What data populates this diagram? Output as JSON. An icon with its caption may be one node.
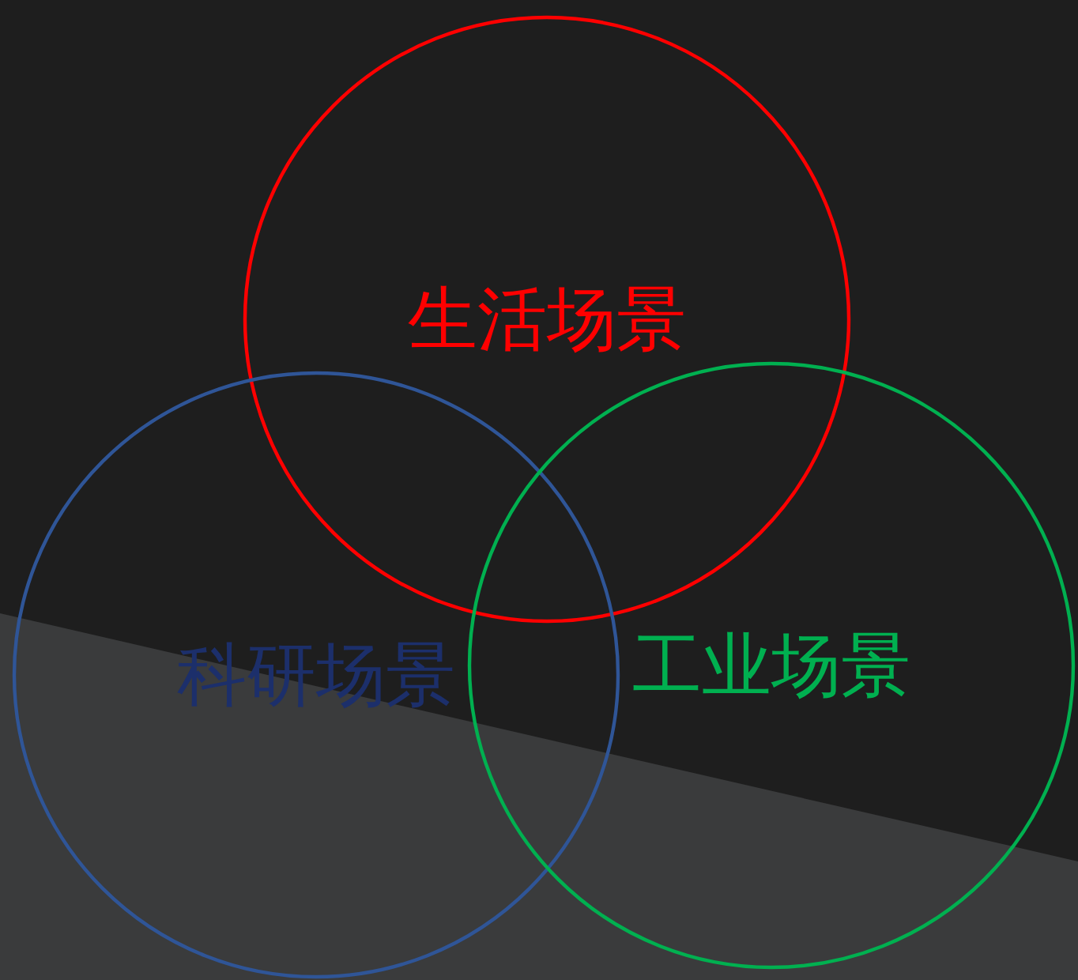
{
  "diagram": {
    "nodes": [
      {
        "text": [
          "生活场景"
        ]
      },
      {
        "text": [
          "科研场景"
        ]
      },
      {
        "text": [
          "工业场景"
        ]
      }
    ]
  }
}
